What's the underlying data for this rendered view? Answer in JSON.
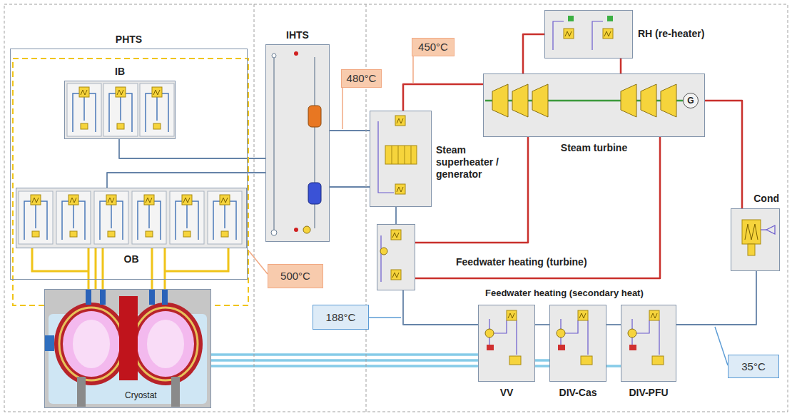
{
  "diagram": {
    "nodes": [
      {
        "text": [
          "PHTS"
        ]
      },
      {
        "text": [
          "IB"
        ],
        "in": 0
      },
      {
        "text": [
          "OB"
        ],
        "in": 0
      },
      {
        "text": [
          "Cryostat"
        ]
      },
      {
        "text": [
          "IHTS"
        ]
      },
      {
        "text": [
          "480°C"
        ]
      },
      {
        "text": [
          "450°C"
        ]
      },
      {
        "text": [
          "RH (re-heater)"
        ]
      },
      {
        "text": [
          "Steam turbine"
        ]
      },
      {
        "text": [
          "G"
        ],
        "in": 8
      },
      {
        "text": [
          "Steam superheater / generator"
        ]
      },
      {
        "text": [
          "Feedwater heating (turbine)"
        ]
      },
      {
        "text": [
          "Cond"
        ]
      },
      {
        "text": [
          "500°C"
        ]
      },
      {
        "text": [
          "188°C"
        ]
      },
      {
        "text": [
          "VV"
        ]
      },
      {
        "text": [
          "DIV-Cas"
        ]
      },
      {
        "text": [
          "DIV-PFU"
        ]
      },
      {
        "text": [
          "35°C"
        ]
      }
    ],
    "edges": [
      {
        "from": 1,
        "to": 4,
        "arrow": "none"
      },
      {
        "from": 2,
        "to": 4,
        "arrow": "none"
      },
      {
        "from": 4,
        "to": 10,
        "arrow": "none"
      },
      {
        "from": 4,
        "to": 10,
        "arrow": "none"
      },
      {
        "from": 10,
        "to": 8,
        "arrow": "none"
      },
      {
        "from": 8,
        "to": 7,
        "arrow": "none"
      },
      {
        "from": 7,
        "to": 8,
        "arrow": "none"
      },
      {
        "from": 8,
        "to": 11,
        "arrow": "none"
      },
      {
        "from": 8,
        "to": 11,
        "arrow": "none"
      },
      {
        "from": 8,
        "to": 12,
        "arrow": "none"
      },
      {
        "from": 12,
        "to": 17,
        "arrow": "none"
      },
      {
        "from": 17,
        "to": 16,
        "arrow": "none"
      },
      {
        "from": 16,
        "to": 15,
        "arrow": "none"
      },
      {
        "from": 15,
        "to": 11,
        "arrow": "none"
      },
      {
        "from": 11,
        "to": 10,
        "arrow": "none"
      },
      {
        "from": 3,
        "to": 15,
        "arrow": "none"
      },
      {
        "from": 3,
        "to": 16,
        "arrow": "none"
      },
      {
        "from": 3,
        "to": 17,
        "arrow": "none"
      },
      {
        "from": 2,
        "to": 3,
        "arrow": "none"
      }
    ],
    "labels": [
      "Feedwater heating (secondary heat)"
    ]
  }
}
